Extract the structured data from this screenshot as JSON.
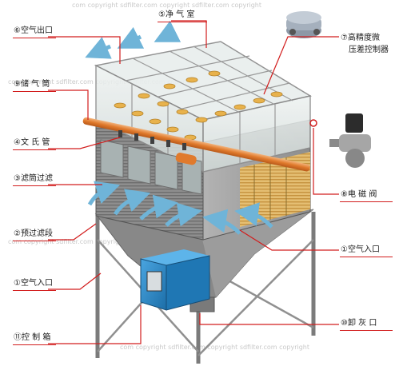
{
  "watermark": "com copyright sdfilter.com copyright sdfilter.com copyright",
  "labels": {
    "clean_room": "⑤净 气 室",
    "air_outlet": "⑥空气出口",
    "air_tank": "⑨储 气 筒",
    "venturi": "④文 氏 管",
    "filter_cartridge": "③滤筒过滤",
    "prefilter": "②预过滤段",
    "air_inlet_left": "①空气入口",
    "control_box": "⑪控 制 箱",
    "pressure_controller_line1": "⑦高精度微",
    "pressure_controller_line2": "压差控制器",
    "solenoid_valve": "⑧电 磁 阀",
    "air_inlet_right": "①空气入口",
    "ash_discharge": "⑩卸 灰 口"
  },
  "colors": {
    "leader_line": "#d21d1d",
    "frame_gray": "#8a8a8a",
    "glass": "#dfe7e6",
    "cartridge_gold": "#e3b34e",
    "hopper": "#8c8c8c",
    "control_box_blue": "#2e86c9",
    "air_arrow": "#6fb4d8"
  }
}
